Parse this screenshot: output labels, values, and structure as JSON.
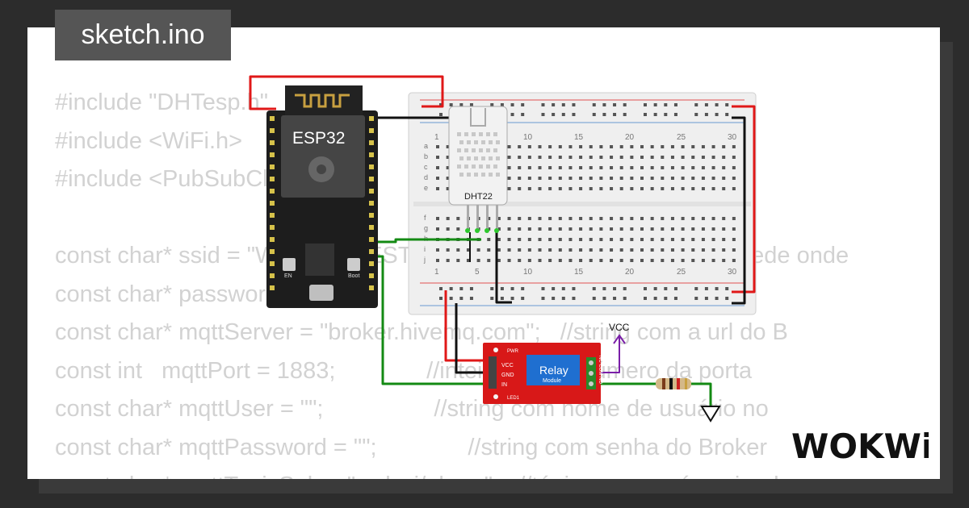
{
  "title": "sketch.ino",
  "code_lines": [
    "#include \"DHTesp.h\"",
    "#include <WiFi.h>",
    "#include <PubSubClient.h>",
    "",
    "const char* ssid = \"Wokwi-GUEST\";           //string com o nome da rede onde",
    "const char* password = \"\";                  //senha da rede. Deixar em",
    "const char* mqttServer = \"broker.hivemq.com\";   //string com a url do B",
    "const int   mqttPort = 1883;              //inteiro com o número da porta",
    "const char* mqttUser = \"\";                 //string com nome de usuário no",
    "const char* mqttPassword = \"\";              //string com senha do Broker",
    "const char* mqttTopicSub = \"wokwi/alarm\";   //tópico que será assinado"
  ],
  "components": {
    "esp32": {
      "label": "ESP32",
      "btn_en": "EN",
      "btn_boot": "Boot"
    },
    "dht22": {
      "label": "DHT22"
    },
    "relay": {
      "label": "Relay",
      "sublabel": "Module",
      "pins": [
        "VCC",
        "GND",
        "IN"
      ],
      "pwr": "PWR",
      "led": "LED1",
      "outputs": "NC COM NO"
    },
    "vcc_label": "VCC",
    "breadboard": {
      "top_numbers": [
        "1",
        "5",
        "10",
        "15",
        "20",
        "25",
        "30"
      ],
      "rows_top": [
        "a",
        "b",
        "c",
        "d",
        "e"
      ],
      "rows_bottom": [
        "f",
        "g",
        "h",
        "i",
        "j"
      ]
    }
  },
  "logo": "WOKWi"
}
